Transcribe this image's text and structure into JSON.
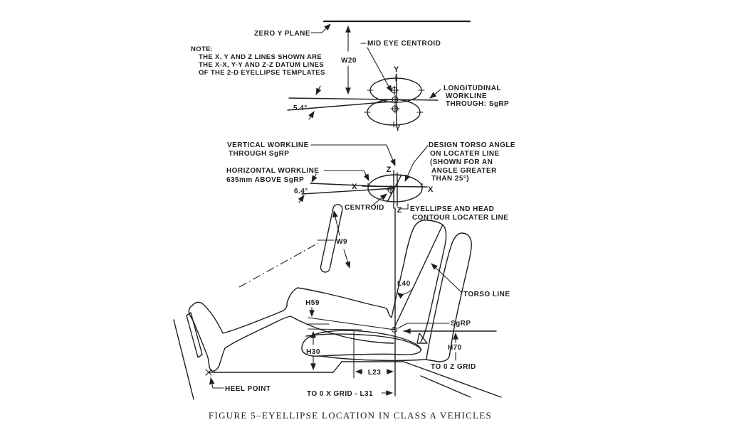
{
  "figure": {
    "ink_color": "#1f1f1f",
    "paper_color": "#ffffff",
    "note": {
      "title": "NOTE:",
      "lines": [
        "THE X, Y AND Z LINES SHOWN ARE",
        "THE X-X, Y-Y AND Z-Z DATUM LINES",
        "OF THE 2-D EYELLIPSE TEMPLATES"
      ]
    },
    "top_view": {
      "zero_y_plane": "ZERO Y PLANE",
      "w20": "W20",
      "mid_eye_centroid": "MID EYE CENTROID",
      "angle": "5.4°",
      "longitudinal_workline": [
        "LONGITUDINAL",
        "WORKLINE",
        "THROUGH: SgRP"
      ],
      "y_top": "Y",
      "y_bottom": "Y"
    },
    "side_view": {
      "vertical_workline": [
        "VERTICAL WORKLINE",
        "THROUGH SgRP"
      ],
      "horizontal_workline": [
        "HORIZONTAL WORKLINE",
        "635mm ABOVE SgRP"
      ],
      "angle": "6.4°",
      "x_left": "X",
      "x_right": "X",
      "z_top": "Z",
      "z_bottom": "Z",
      "centroid": "CENTROID",
      "design_torso_angle": [
        "DESIGN TORSO ANGLE",
        "ON LOCATER LINE",
        "(SHOWN FOR AN",
        "ANGLE GREATER",
        "THAN 25°)"
      ],
      "eyellipse_locater": [
        "EYELLIPSE AND HEAD",
        "CONTOUR LOCATER LINE"
      ]
    },
    "package_view": {
      "w9": "W9",
      "l40": "L40",
      "torso_line": "TORSO LINE",
      "sgrp": "SgRP",
      "h59": "H59",
      "h30": "H30",
      "h70": "H70",
      "l23": "L23",
      "to_0_z_grid": "TO 0 Z GRID",
      "to_0_x_grid_l31": "TO 0 X GRID - L31",
      "heel_point": "HEEL POINT"
    },
    "caption": "FIGURE 5–EYELLIPSE LOCATION IN CLASS A VEHICLES"
  }
}
